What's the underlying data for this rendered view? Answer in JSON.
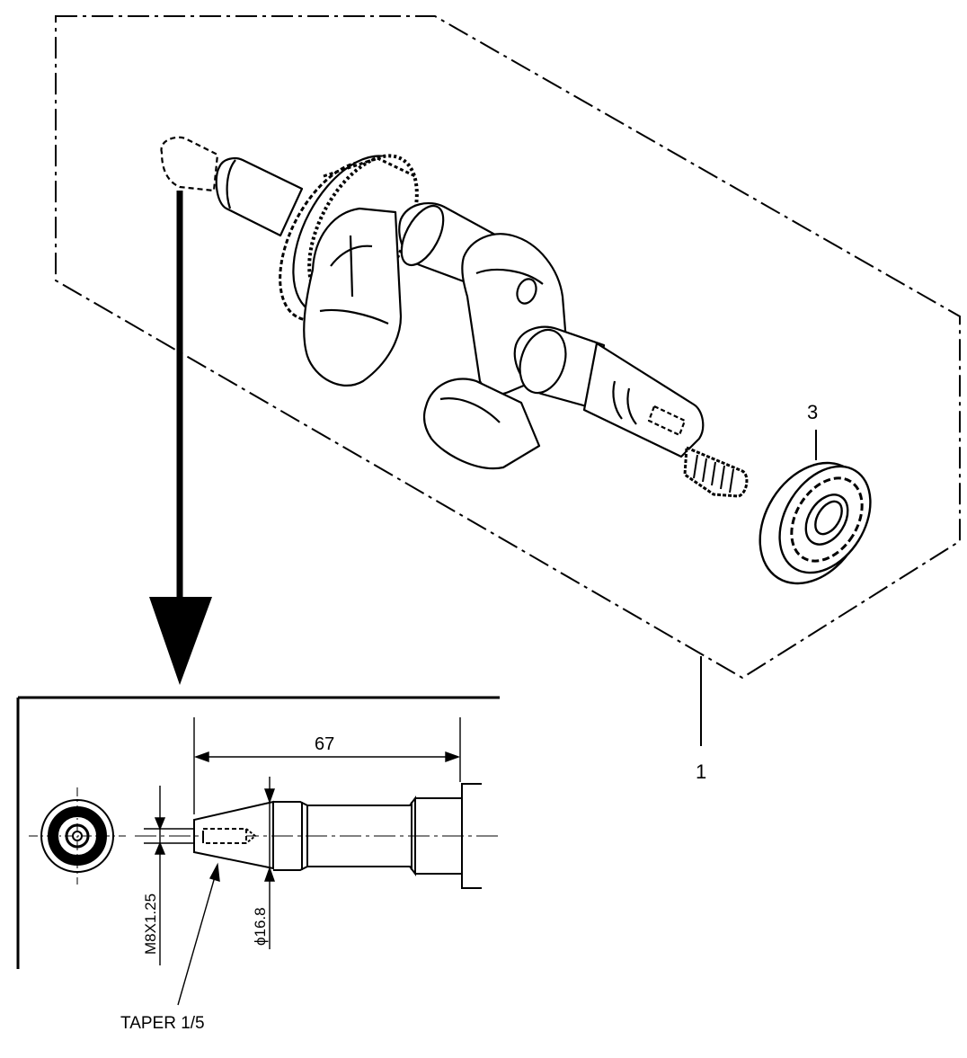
{
  "diagram": {
    "callouts": {
      "assembly": "1",
      "bearing": "3"
    },
    "detail": {
      "length": "67",
      "thread": "M8X1.25",
      "diameter": "ϕ16.8",
      "taper": "TAPER 1/5"
    }
  },
  "colors": {
    "ink": "#000000",
    "paper": "#ffffff"
  }
}
